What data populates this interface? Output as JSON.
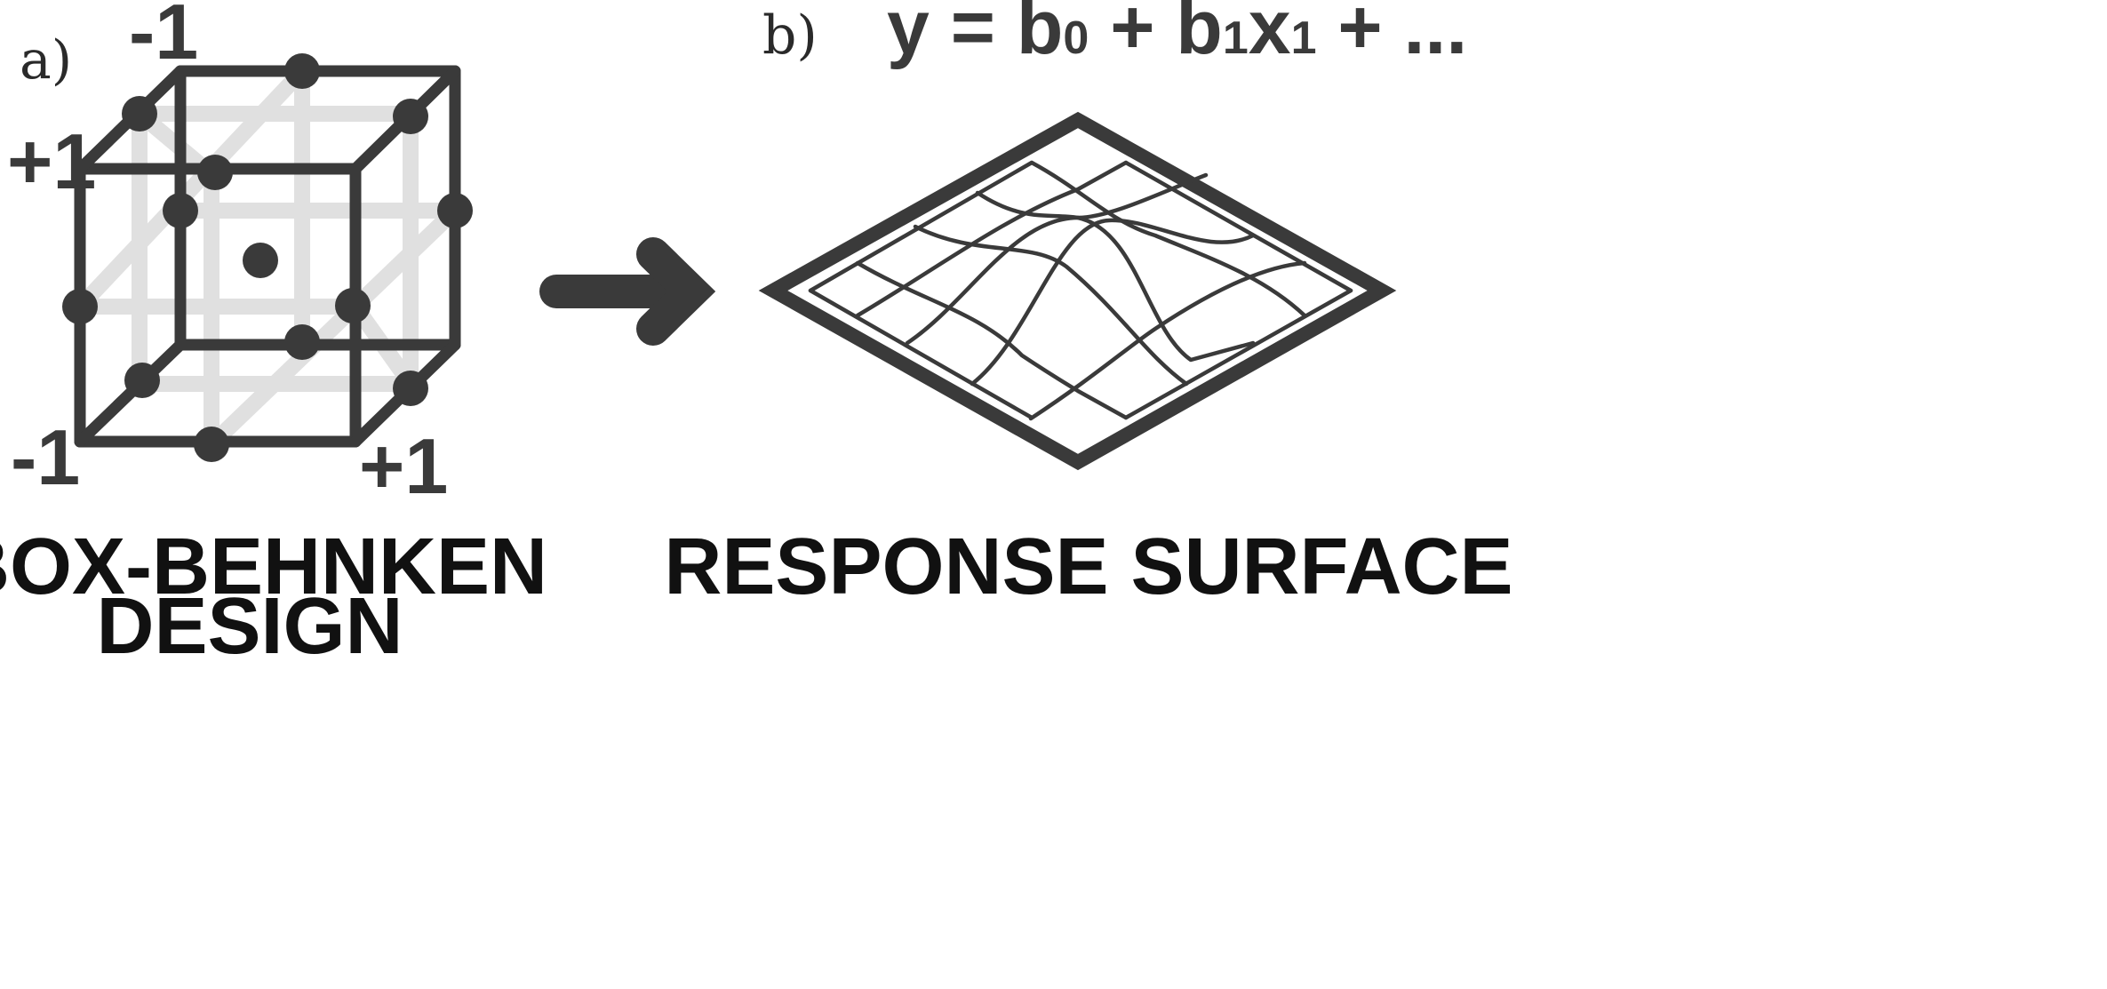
{
  "panel_a": {
    "label": "a)",
    "axis_labels": {
      "top": "-1",
      "left_upper": "+1",
      "left_lower": "-1",
      "right_lower": "+1"
    },
    "caption_line1": "BOX-BEHNKEN",
    "caption_line2": "DESIGN",
    "design_points": 13
  },
  "panel_b": {
    "label": "b)",
    "formula": {
      "prefix": "y = b",
      "sub0": "0",
      "mid": " + b",
      "sub1": "1",
      "x": "x",
      "sub1b": "1",
      "suffix": " + ..."
    },
    "caption": "RESPONSE SURFACE"
  },
  "colors": {
    "ink": "#3a3a3a",
    "back_edges": "#e0e0e0",
    "caption": "#111111"
  },
  "icons": {
    "arrow": "right-arrow-icon"
  }
}
